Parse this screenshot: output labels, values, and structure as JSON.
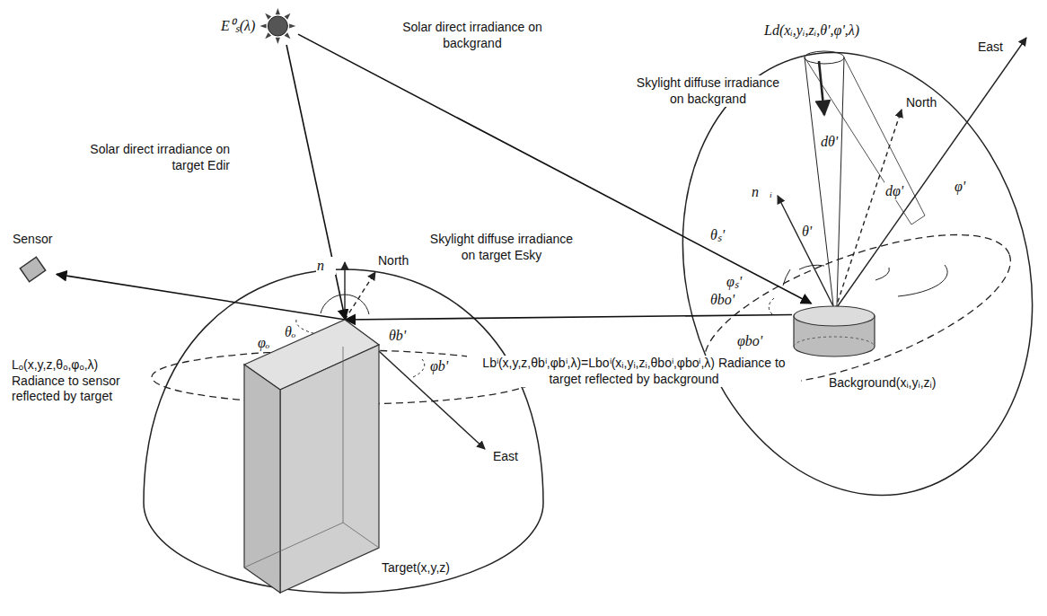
{
  "diagram": {
    "nodes": [
      {
        "text": [
          "E⁰ₛ(λ)"
        ]
      },
      {
        "text": [
          "Sensor"
        ]
      },
      {
        "text": [
          "Target(x,y,z)"
        ]
      },
      {
        "text": [
          "Background(xᵢ,yᵢ,zᵢ)"
        ]
      }
    ],
    "edges": [
      {
        "from": 0,
        "to": 2,
        "arrow": "to",
        "label": "Solar direct irradiance on target Edir"
      },
      {
        "from": 0,
        "to": 3,
        "arrow": "to",
        "label": "Solar direct irradiance on backgrand"
      },
      {
        "from": 3,
        "to": 2,
        "arrow": "to",
        "label": "Lbⁱ(x,y,z,θbⁱ,φbⁱ,λ)=Lboⁱ(xᵢ,yᵢ,zᵢ,θboⁱ,φboⁱ,λ) Radiance to target reflected by background"
      },
      {
        "from": 2,
        "to": 1,
        "arrow": "to",
        "label": "Lₒ(x,y,z,θₒ,φₒ,λ) Radiance to sensor reflected by target"
      }
    ],
    "labels": [
      "Skylight diffuse irradiance on backgrand",
      "Skylight diffuse irradiance on target Esky",
      "North",
      "East",
      "n⃗",
      "θₒ",
      "φₒ",
      "θb'",
      "φb'",
      "Ld(xᵢ,yᵢ,zᵢ,θ',φ',λ)",
      "North",
      "East",
      "dθ'",
      "dφ'",
      "φ'",
      "n⃗ᵢ",
      "θ'",
      "θₛ'",
      "φₛ'",
      "θbo'",
      "φbo'"
    ]
  }
}
